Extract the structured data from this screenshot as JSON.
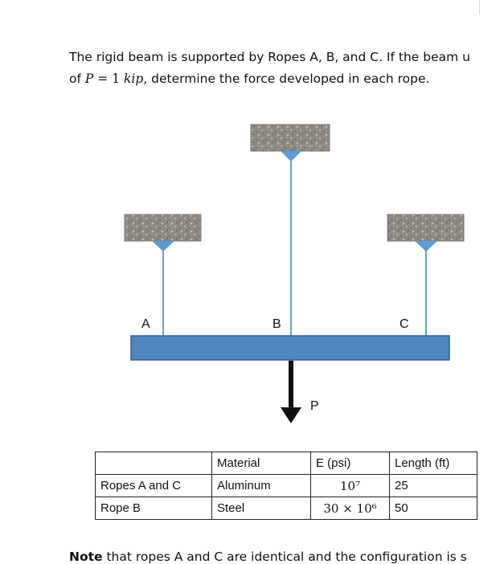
{
  "problem": {
    "line1": "The rigid beam is supported by Ropes A, B, and C. If the beam u",
    "line2_prefix": "of ",
    "load_symbol": "P",
    "equals": "=",
    "load_value": "1",
    "load_unit": "kip",
    "line2_suffix": ", determine the force developed in each rope."
  },
  "figure": {
    "rope_labels": [
      "A",
      "B",
      "C"
    ],
    "load_label": "P",
    "colors": {
      "rope": "#6a9fd4",
      "beam": "#4f86c0",
      "beam_edge": "#2f5f96",
      "support_fill": "#8f8a84",
      "pin": "#5c9bd8",
      "arrow": "#111111"
    }
  },
  "table": {
    "rows": [
      [
        "",
        "Material",
        "E (psi)",
        "Length (ft)"
      ],
      [
        "Ropes A and C",
        "Aluminum",
        "10⁷",
        "25"
      ],
      [
        "Rope B",
        "Steel",
        "30 × 10⁶",
        "50"
      ]
    ]
  },
  "note": {
    "bold": "Note",
    "text": " that ropes A and C are identical and the configuration is s"
  }
}
